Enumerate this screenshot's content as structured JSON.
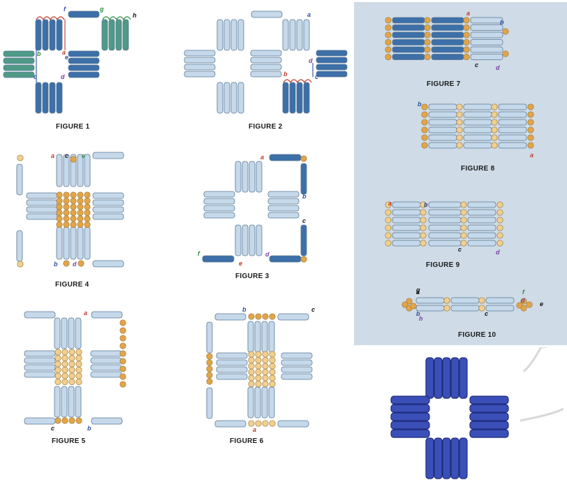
{
  "figures": [
    {
      "id": "fig1",
      "caption": "FIGURE 1",
      "labels": [
        "a",
        "b",
        "c",
        "d",
        "e",
        "f",
        "g",
        "h"
      ]
    },
    {
      "id": "fig2",
      "caption": "FIGURE 2",
      "labels": [
        "a",
        "b",
        "c",
        "d"
      ]
    },
    {
      "id": "fig3",
      "caption": "FIGURE 3",
      "labels": [
        "a",
        "b",
        "c",
        "d",
        "e",
        "f"
      ]
    },
    {
      "id": "fig4",
      "caption": "FIGURE 4",
      "labels": [
        "a",
        "b",
        "c",
        "d",
        "e"
      ]
    },
    {
      "id": "fig5",
      "caption": "FIGURE 5",
      "labels": [
        "a",
        "b",
        "c"
      ]
    },
    {
      "id": "fig6",
      "caption": "FIGURE 6",
      "labels": [
        "a",
        "b",
        "c"
      ]
    },
    {
      "id": "fig7",
      "caption": "FIGURE 7",
      "labels": [
        "a",
        "b",
        "c",
        "d"
      ]
    },
    {
      "id": "fig8",
      "caption": "FIGURE 8",
      "labels": [
        "a",
        "b"
      ]
    },
    {
      "id": "fig9",
      "caption": "FIGURE 9",
      "labels": [
        "a",
        "b",
        "c",
        "d"
      ]
    },
    {
      "id": "fig10",
      "caption": "FIGURE 10",
      "labels": [
        "a",
        "b",
        "c",
        "d",
        "e",
        "f",
        "g",
        "h"
      ]
    }
  ],
  "colors": {
    "dark_tube": "#3d6fa8",
    "light_tube": "#c5d9ea",
    "green_tube": "#4f9a86",
    "bead": "#f2cf8f",
    "bead_dark": "#e3a548",
    "thread_red": "#c0392b",
    "thread_blue": "#2a4f9c",
    "thread_green": "#2e8b3e",
    "thread_purple": "#7a3fa0",
    "panel": "#cfdbe6",
    "photo_tube": "#3b4fb8"
  }
}
